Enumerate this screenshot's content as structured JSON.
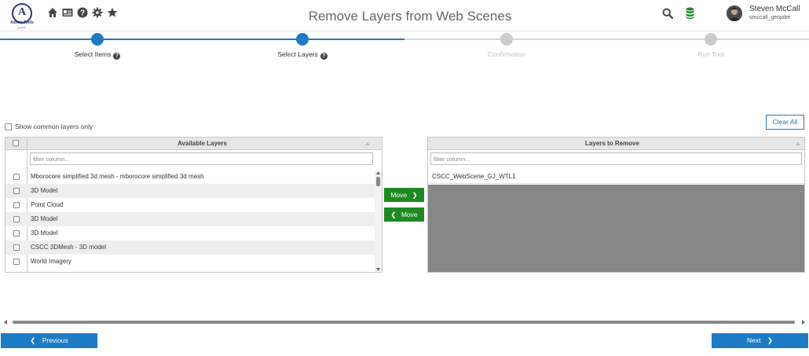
{
  "header": {
    "logo_text": "Admin Tools",
    "logo_sub": "geojobe",
    "title": "Remove Layers from Web Scenes",
    "user_name": "Steven McCall",
    "user_id": "smccall_geojobe"
  },
  "icons": [
    "home-icon",
    "id-card-icon",
    "help-icon",
    "gear-icon",
    "star-icon",
    "search-icon",
    "database-icon"
  ],
  "steps": [
    {
      "label": "Select Items",
      "active": true,
      "help": true
    },
    {
      "label": "Select Layers",
      "active": true,
      "help": true
    },
    {
      "label": "Confirmation",
      "active": false,
      "help": false
    },
    {
      "label": "Run Tool",
      "active": false,
      "help": false
    }
  ],
  "options": {
    "common_only_label": "Show common layers only",
    "clear_all_label": "Clear All"
  },
  "available": {
    "header": "Available Layers",
    "filter_placeholder": "filter column...",
    "rows": [
      "Mborocore simplified 3d mesh - mborocore simplified 3d mesh",
      "3D Model",
      "Point Cloud",
      "3D Model",
      "3D Model",
      "CSCC 3DMesh - 3D model",
      "World Imagery"
    ]
  },
  "remove": {
    "header": "Layers to Remove",
    "filter_placeholder": "filter column...",
    "rows": [
      "CSCC_WebScene_GJ_WTL1"
    ]
  },
  "move": {
    "right_label": "Move",
    "left_label": "Move"
  },
  "nav": {
    "previous_label": "Previous",
    "next_label": "Next"
  },
  "colors": {
    "accent": "#1d7bc4",
    "move_green": "#1f8a23",
    "inactive_step": "#cccccc"
  }
}
